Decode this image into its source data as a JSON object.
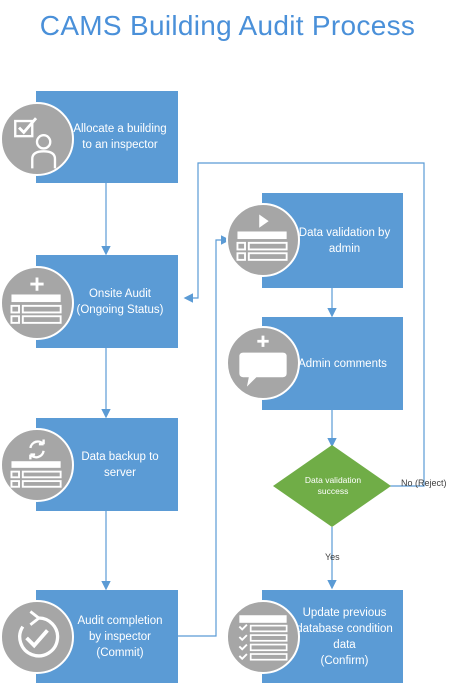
{
  "title": "CAMS Building Audit Process",
  "nodes": {
    "allocate": "Allocate a building\nto an inspector",
    "onsite": "Onsite Audit\n(Ongoing Status)",
    "backup": "Data backup to\nserver",
    "completion": "Audit completion\nby inspector\n(Commit)",
    "validation_admin": "Data validation by\nadmin",
    "admin_comments": "Admin comments",
    "decision": "Data validation\nsuccess",
    "update": "Update previous\ndatabase condition\ndata\n(Confirm)"
  },
  "edge_labels": {
    "reject": "No (Reject)",
    "yes": "Yes"
  },
  "colors": {
    "title": "#4a90d9",
    "box": "#5b9bd5",
    "decision": "#70ad47",
    "icon_circle": "#a6a6a6",
    "connector": "#5b9bd5"
  },
  "icons": {
    "allocate": "checkbox-user-icon",
    "onsite": "list-add-icon",
    "backup": "list-sync-icon",
    "completion": "circular-check-icon",
    "validation_admin": "list-play-icon",
    "admin_comments": "speech-bubble-add-icon",
    "update": "checklist-table-icon"
  }
}
